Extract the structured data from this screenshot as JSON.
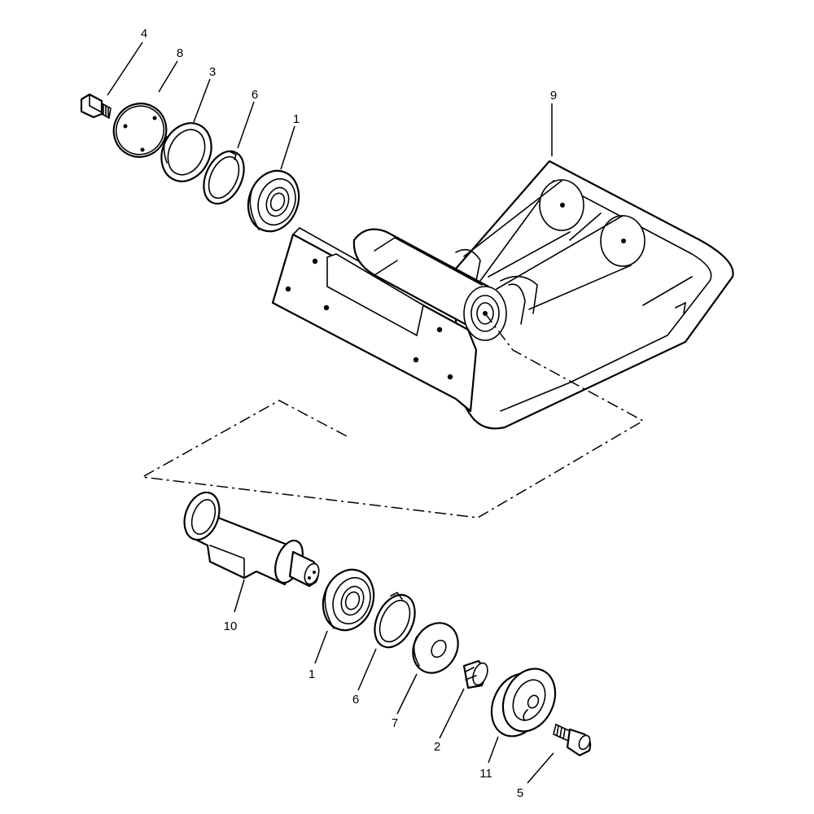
{
  "diagram": {
    "callouts": [
      {
        "id": "c4",
        "label": "4"
      },
      {
        "id": "c8",
        "label": "8"
      },
      {
        "id": "c3",
        "label": "3"
      },
      {
        "id": "c6a",
        "label": "6"
      },
      {
        "id": "c1a",
        "label": "1"
      },
      {
        "id": "c9",
        "label": "9"
      },
      {
        "id": "c10",
        "label": "10"
      },
      {
        "id": "c1b",
        "label": "1"
      },
      {
        "id": "c6b",
        "label": "6"
      },
      {
        "id": "c7",
        "label": "7"
      },
      {
        "id": "c2",
        "label": "2"
      },
      {
        "id": "c11",
        "label": "11"
      },
      {
        "id": "c5",
        "label": "5"
      }
    ]
  }
}
